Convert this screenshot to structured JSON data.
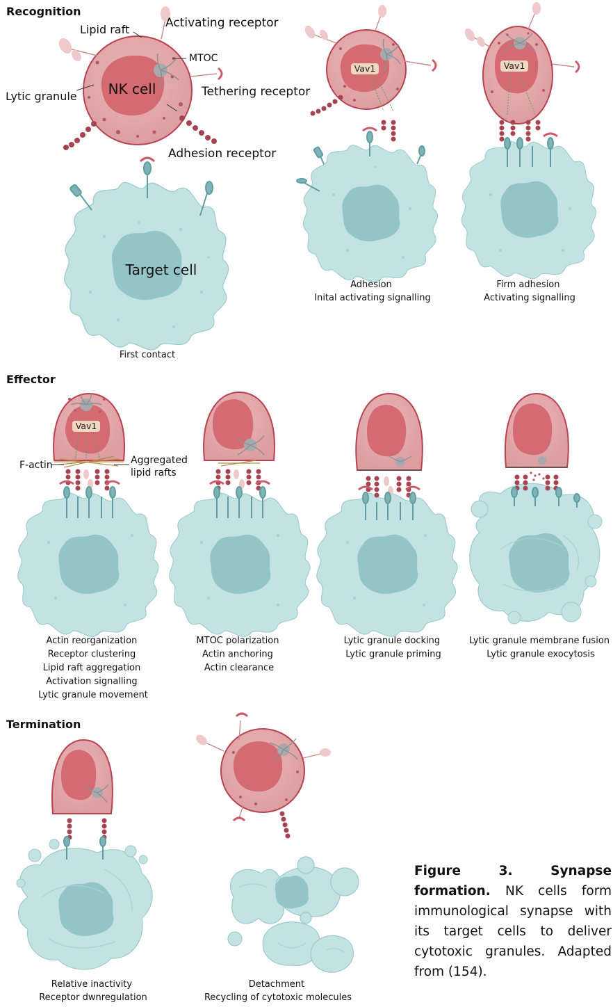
{
  "sections": {
    "recognition": "Recognition",
    "effector": "Effector",
    "termination": "Termination"
  },
  "labels": {
    "lipid_raft": "Lipid raft",
    "activating_receptor": "Activating receptor",
    "mtoc": "MTOC",
    "nk_cell": "NK cell",
    "lytic_granule": "Lytic granule",
    "tethering_receptor": "Tethering receptor",
    "adhesion_receptor": "Adhesion receptor",
    "target_cell": "Target cell",
    "vav1": "Vav1",
    "f_actin": "F-actin",
    "aggregated_line1": "Aggregated",
    "aggregated_line2": "lipid rafts"
  },
  "captions": {
    "first_contact": [
      "First contact"
    ],
    "adhesion": [
      "Adhesion",
      "Inital activating signalling"
    ],
    "firm_adhesion": [
      "Firm adhesion",
      "Activating signalling"
    ],
    "actin_reorg": [
      "Actin reorganization",
      "Receptor clustering",
      "Lipid raft aggregation",
      "Activation signalling",
      "Lytic granule movement"
    ],
    "mtoc_polarization": [
      "MTOC polarization",
      "Actin anchoring",
      "Actin clearance"
    ],
    "docking": [
      "Lytic granule docking",
      "Lytic granule priming"
    ],
    "fusion": [
      "Lytic granule membrane fusion",
      "Lytic granule exocytosis"
    ],
    "inactivity": [
      "Relative inactivity",
      "Receptor dwnregulation"
    ],
    "detachment": [
      "Detachment",
      "Recycling of cytotoxic molecules"
    ]
  },
  "legend": {
    "title": "Figure 3. Synapse formation.",
    "text": "NK cells form immunological synapse with its target cells to deliver cytotoxic granules. Adapted from (154)."
  },
  "colors": {
    "nk_outer": "#e3a5a8",
    "nk_border": "#b8424f",
    "nk_nucleus": "#d56b72",
    "target_body": "#c3e2e4",
    "target_nucleus": "#93c4c6",
    "mtoc": "#a7a9ac",
    "receptor_dark": "#8e3a48",
    "receptor_light": "#efc9c9",
    "stalk_teal": "#5e9ea1",
    "vav_fill": "#f1d6c2"
  }
}
